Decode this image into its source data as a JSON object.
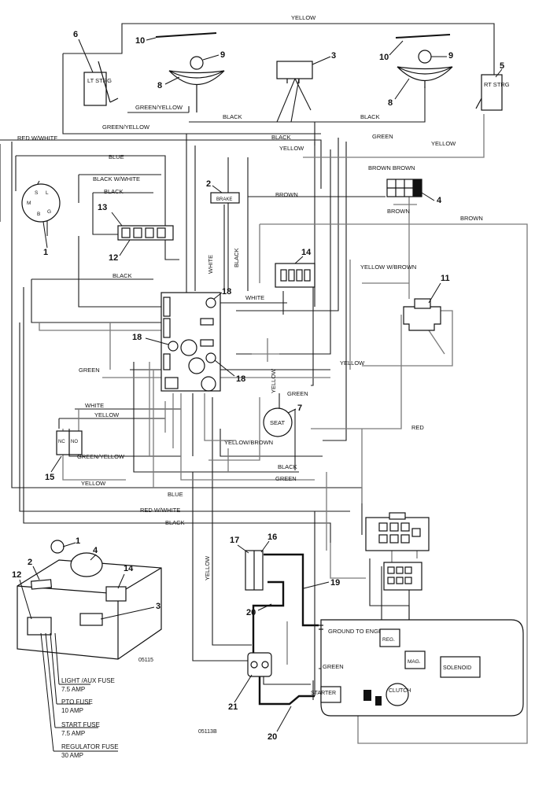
{
  "wire_labels": {
    "yellow_top": "YELLOW",
    "green_yellow_lamp": "GREEN/YELLOW",
    "black_lamp_left": "BLACK",
    "black_lamp_right": "BLACK",
    "green_yellow_switch": "GREEN/YELLOW",
    "black_row": "BLACK",
    "green_row": "GREEN",
    "red_white_top": "RED W/WHITE",
    "yellow_row": "YELLOW",
    "yellow_rt": "YELLOW",
    "blue_top": "BLUE",
    "brown_brown": "BROWN BROWN",
    "black_white": "BLACK W/WHITE",
    "black_key": "BLACK",
    "brown_mid": "BROWN",
    "brown_under_conn": "BROWN",
    "brown_right": "BROWN",
    "white_vert": "WHITE",
    "black_vert": "BLACK",
    "black_left": "BLACK",
    "yellow_brown_top": "YELLOW W/BROWN",
    "white_mid": "WHITE",
    "yellow_mid": "YELLOW",
    "green_left": "GREEN",
    "yellow_vert": "YELLOW",
    "green_seat": "GREEN",
    "white_low": "WHITE",
    "yellow_low": "YELLOW",
    "red_right": "RED",
    "green_yellow_low": "GREEN/YELLOW",
    "yellow_brown_low": "YELLOW/BROWN",
    "black_low": "BLACK",
    "green_low": "GREEN",
    "yellow_bottom": "YELLOW",
    "blue_bottom": "BLUE",
    "red_white_bottom": "RED W/WHITE",
    "black_bottom": "BLACK",
    "yellow_vert_low": "YELLOW",
    "green_engine": "GREEN"
  },
  "components": {
    "lt_strg": "LT STRG",
    "rt_strg": "RT STRG",
    "brake": "BRAKE",
    "seat": "SEAT",
    "no": "NO",
    "nc": "NC",
    "key_s": "S",
    "key_l": "L",
    "key_m": "M",
    "key_g": "G",
    "key_b": "B",
    "ground_to_engine": "GROUND TO ENGINE",
    "reg": "REG.",
    "mag": "MAG.",
    "solenoid": "SOLENOID",
    "starter": "STARTER",
    "clutch": "CLUTCH"
  },
  "callouts": [
    "1",
    "2",
    "3",
    "4",
    "5",
    "6",
    "7",
    "8",
    "9",
    "10",
    "11",
    "12",
    "13",
    "14",
    "15",
    "16",
    "17",
    "18",
    "19",
    "20",
    "21"
  ],
  "fuses": [
    {
      "name": "LIGHT /AUX FUSE",
      "rating": "7.5 AMP"
    },
    {
      "name": "PTO FUSE",
      "rating": "10 AMP"
    },
    {
      "name": "START FUSE",
      "rating": "7.5 AMP"
    },
    {
      "name": "REGULATOR FUSE",
      "rating": "30 AMP"
    }
  ],
  "figure_codes": {
    "inset": "05115",
    "main": "05113B"
  }
}
